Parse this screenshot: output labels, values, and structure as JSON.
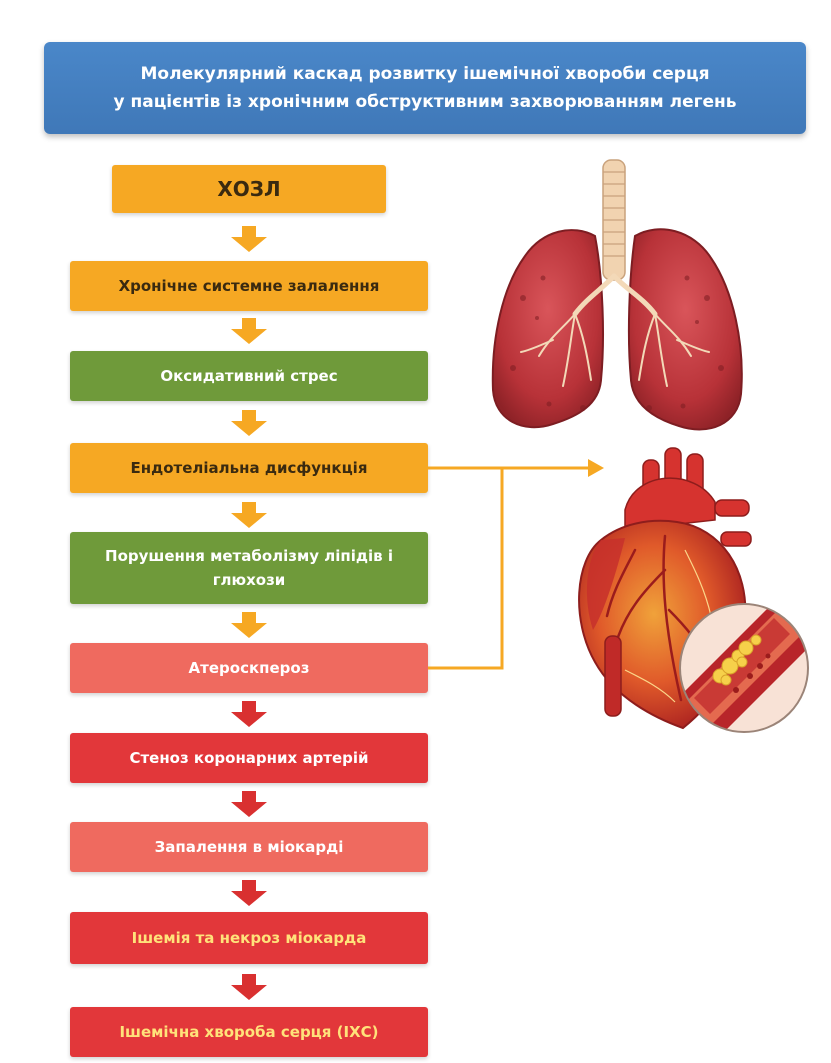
{
  "header": {
    "line1": "Молекулярний каскад розвитку ішемічної хвороби серця",
    "line2": "у пацієнтів із хронічним обструктивним захворюванням легень"
  },
  "steps": [
    {
      "label": "ХОЗЛ",
      "color": "#f6a823"
    },
    {
      "label": "Хронічне системне залалення",
      "color": "#f6a823"
    },
    {
      "label": "Оксидативний стрес",
      "color": "#6f9a3a"
    },
    {
      "label": "Ендотеліальна дисфункція",
      "color": "#f6a823"
    },
    {
      "label": "Порушення метаболізму ліпідів і глюхози",
      "color": "#6f9a3a"
    },
    {
      "label": "Атероскпероз",
      "color": "#ef6a5f"
    },
    {
      "label": "Стеноз коронарних артерій",
      "color": "#e2373a"
    },
    {
      "label": "Запалення в міокарді",
      "color": "#ef6a5f"
    },
    {
      "label": "Ішемія та некроз міокарда",
      "color": "#e2373a"
    },
    {
      "label": "Ішемічна хвороба серця (ІХС)",
      "color": "#e2373a"
    }
  ],
  "colors": {
    "header_blue": "#4a87c9",
    "arrow_orange": "#f6a823",
    "arrow_red": "#d93030",
    "connector": "#f6a823"
  },
  "illustrations": {
    "lungs": "lungs-icon",
    "heart": "heart-icon",
    "artery": "artery-plaque-icon"
  }
}
